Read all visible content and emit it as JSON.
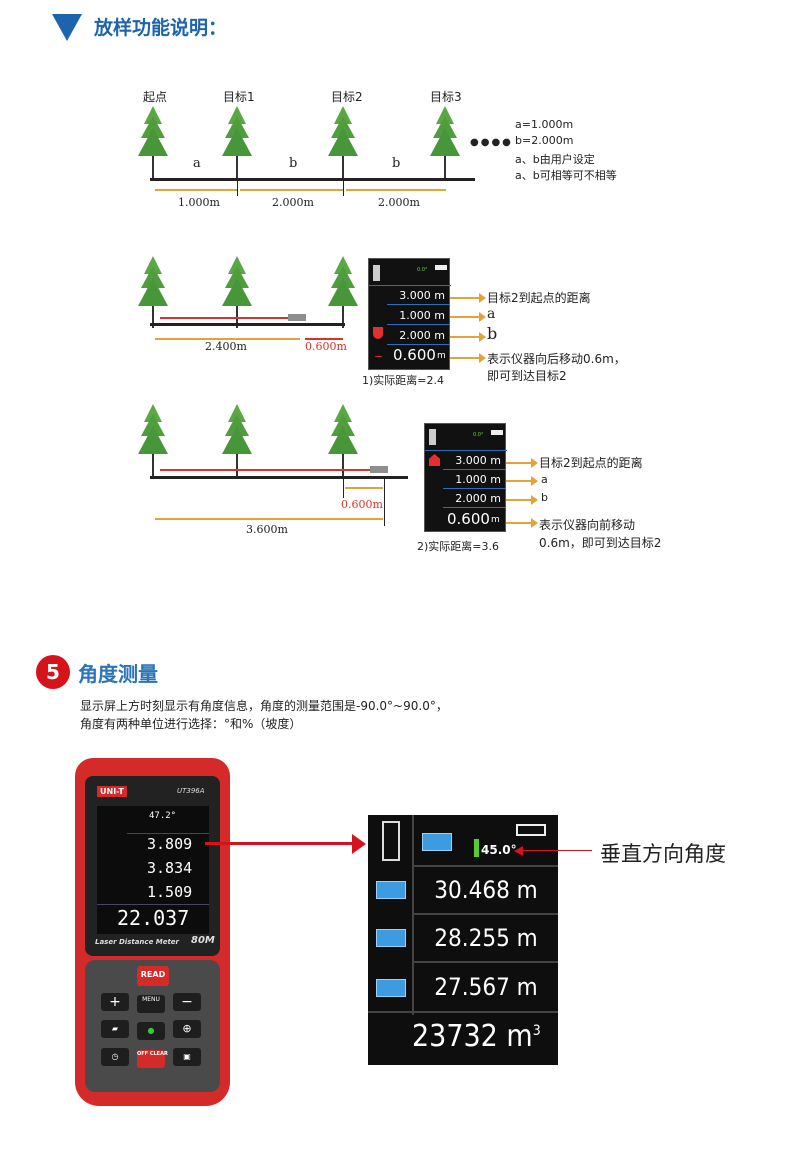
{
  "header": {
    "title": "放样功能说明："
  },
  "diagram1": {
    "labels": [
      "起点",
      "目标1",
      "目标2",
      "目标3"
    ],
    "segments": [
      "a",
      "b",
      "b"
    ],
    "distances": [
      "1.000m",
      "2.000m",
      "2.000m"
    ],
    "dots": "●●●●",
    "notes": [
      "a=1.000m",
      "b=2.000m",
      "a、b由用户设定",
      "a、b可相等可不相等"
    ]
  },
  "diagram2": {
    "distances": [
      "2.400m",
      "0.600m"
    ],
    "screen": {
      "values": [
        "3.000 m",
        "1.000 m",
        "2.000 m"
      ],
      "main": "0.600",
      "unit": "m",
      "sign": "−",
      "angle": "0.0°"
    },
    "caption": "1)实际距离=2.4",
    "annotations": [
      "目标2到起点的距离",
      "a",
      "b",
      "表示仪器向后移动0.6m，",
      "即可到达目标2"
    ]
  },
  "diagram3": {
    "distances": [
      "0.600m",
      "3.600m"
    ],
    "screen": {
      "values": [
        "3.000 m",
        "1.000 m",
        "2.000 m"
      ],
      "main": "0.600",
      "unit": "m",
      "angle": "0.0°"
    },
    "caption": "2)实际距离=3.6",
    "annotations": [
      "目标2到起点的距离",
      "a",
      "b",
      "表示仪器向前移动",
      "0.6m，即可到达目标2"
    ]
  },
  "section5": {
    "number": "5",
    "title": "角度测量",
    "lines": [
      "显示屏上方时刻显示有角度信息，角度的测量范围是-90.0°~90.0°，",
      "角度有两种单位进行选择：°和%（坡度）"
    ]
  },
  "device": {
    "brand": "UNI-T",
    "model": "UT396A",
    "angle": "47.2°",
    "values": [
      "3.809",
      "3.834",
      "1.509"
    ],
    "volume": "22.037",
    "subtitle": "Laser Distance Meter",
    "range": "80M",
    "keys": {
      "read": "READ",
      "menu": "MENU",
      "off": "OFF CLEAR"
    }
  },
  "zoom_screen": {
    "angle": "45.0°",
    "values": [
      "30.468 m",
      "28.255 m",
      "27.567 m"
    ],
    "volume": "23732 m",
    "volume_sup": "3",
    "callout": "垂直方向角度"
  },
  "colors": {
    "accent": "#1d64ad",
    "red": "#d6121b",
    "orange": "#e0a43a",
    "tree": "#4a9a3a"
  }
}
